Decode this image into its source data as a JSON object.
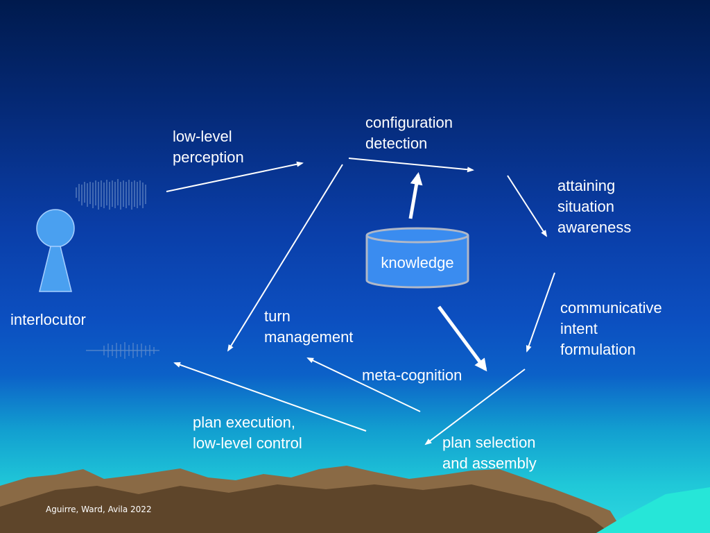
{
  "diagram": {
    "interlocutor": "interlocutor",
    "stages": {
      "low_level_perception": "low-level\nperception",
      "configuration_detection": "configuration\ndetection",
      "attaining_situation_awareness": "attaining\nsituation\nawareness",
      "communicative_intent_formulation": "communicative\nintent\nformulation",
      "plan_selection_and_assembly": "plan selection\nand assembly",
      "plan_execution_low_level_control": "plan execution,\nlow-level control",
      "turn_management": "turn\nmanagement",
      "meta_cognition": "meta-cognition"
    },
    "knowledge": "knowledge",
    "credit": "Aguirre, Ward, Avila 2022"
  },
  "colors": {
    "arrow": "#ffffff",
    "knowledge_fill": "#3a8cf0",
    "person_fill": "#4aa0f0",
    "mountain": "#7a5c3a",
    "sea": "#1fe0d0"
  }
}
